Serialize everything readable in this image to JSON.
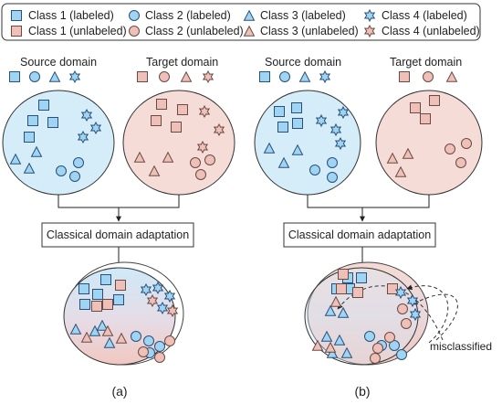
{
  "legend": {
    "items": [
      "Class 1 (labeled)",
      "Class 2 (labeled)",
      "Class 3 (labeled)",
      "Class 4 (labeled)",
      "Class 1 (unlabeled)",
      "Class 2 (unlabeled)",
      "Class 3 (unlabeled)",
      "Class 4 (unlabeled)"
    ]
  },
  "domains": {
    "source": "Source domain",
    "target": "Target domain"
  },
  "method": "Classical domain adaptation",
  "panels": [
    "(a)",
    "(b)"
  ],
  "annotation": "misclassified",
  "colors": {
    "labeled_fill": "#9fd4f2",
    "labeled_stroke": "#2a4f7a",
    "unlabeled_fill": "#eec0b8",
    "unlabeled_stroke": "#6a4a44",
    "source_region": "#d5ecf9",
    "target_region": "#f6dcd6",
    "outline": "#333333"
  }
}
